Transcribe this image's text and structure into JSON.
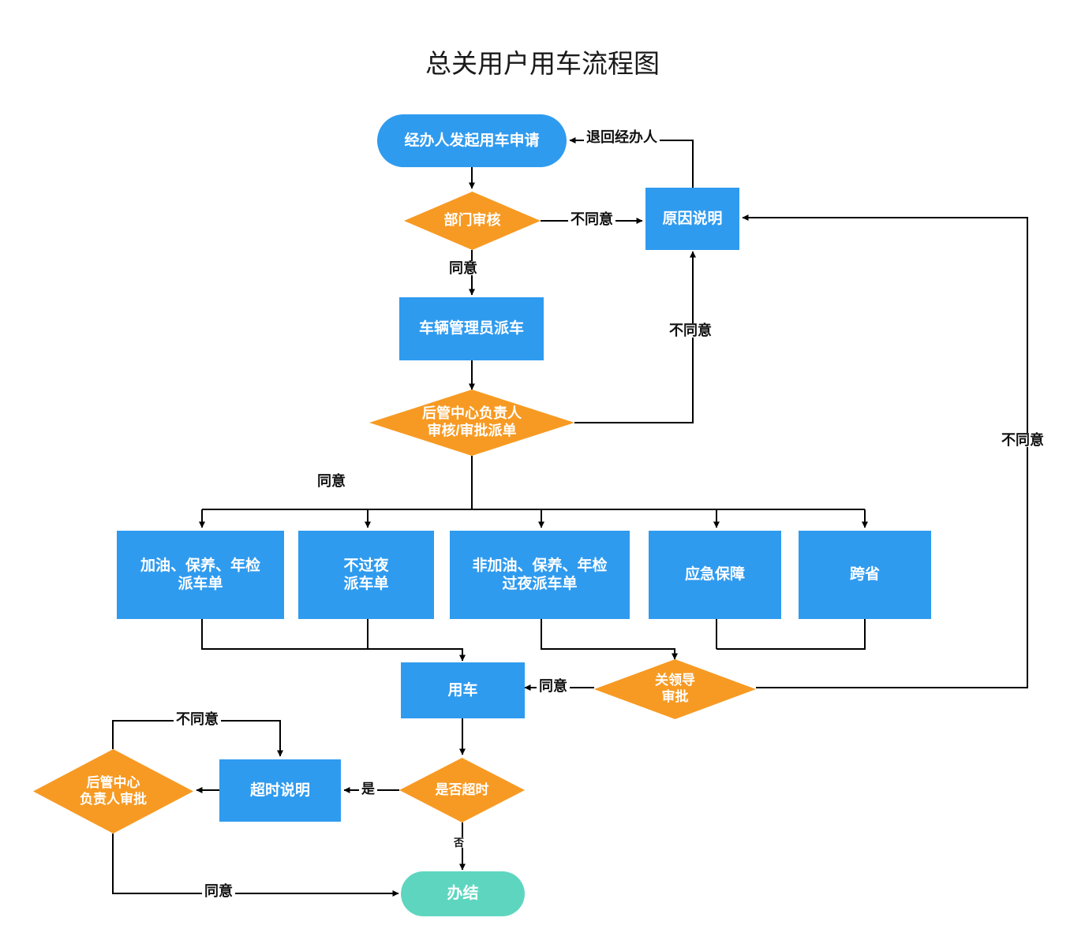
{
  "chart_data": {
    "type": "diagram",
    "title": "总关用户用车流程图",
    "nodes": [
      {
        "id": "start",
        "label": "经办人发起用车申请",
        "shape": "pill",
        "color": "#2f9bef"
      },
      {
        "id": "dept_review",
        "label": "部门审核",
        "shape": "diamond",
        "color": "#f79a23"
      },
      {
        "id": "reason",
        "label": "原因说明",
        "shape": "rect",
        "color": "#2f9bef"
      },
      {
        "id": "dispatch",
        "label": "车辆管理员派车",
        "shape": "rect",
        "color": "#2f9bef"
      },
      {
        "id": "center_review",
        "label": "后管中心负责人\n审核/审批派单",
        "shape": "diamond",
        "color": "#f79a23"
      },
      {
        "id": "order_fuel",
        "label": "加油、保养、年检\n派车单",
        "shape": "rect",
        "color": "#2f9bef"
      },
      {
        "id": "order_day",
        "label": "不过夜\n派车单",
        "shape": "rect",
        "color": "#2f9bef"
      },
      {
        "id": "order_night",
        "label": "非加油、保养、年检\n过夜派车单",
        "shape": "rect",
        "color": "#2f9bef"
      },
      {
        "id": "order_emerg",
        "label": "应急保障",
        "shape": "rect",
        "color": "#2f9bef"
      },
      {
        "id": "order_cross",
        "label": "跨省",
        "shape": "rect",
        "color": "#2f9bef"
      },
      {
        "id": "use_car",
        "label": "用车",
        "shape": "rect",
        "color": "#2f9bef"
      },
      {
        "id": "leader_approve",
        "label": "关领导\n审批",
        "shape": "diamond",
        "color": "#f79a23"
      },
      {
        "id": "overtime_q",
        "label": "是否超时",
        "shape": "diamond",
        "color": "#f79a23"
      },
      {
        "id": "overtime_note",
        "label": "超时说明",
        "shape": "rect",
        "color": "#2f9bef"
      },
      {
        "id": "center_final",
        "label": "后管中心\n负责人审批",
        "shape": "diamond",
        "color": "#f79a23"
      },
      {
        "id": "done",
        "label": "办结",
        "shape": "pill",
        "color": "#5ed6bf"
      }
    ],
    "edges": [
      {
        "from": "start",
        "to": "dept_review",
        "label": ""
      },
      {
        "from": "dept_review",
        "to": "reason",
        "label": "不同意"
      },
      {
        "from": "dept_review",
        "to": "dispatch",
        "label": "同意"
      },
      {
        "from": "reason",
        "to": "start",
        "label": "退回经办人"
      },
      {
        "from": "dispatch",
        "to": "center_review",
        "label": ""
      },
      {
        "from": "center_review",
        "to": "reason",
        "label": "不同意"
      },
      {
        "from": "center_review",
        "to": "order_fuel",
        "label": "同意"
      },
      {
        "from": "center_review",
        "to": "order_day",
        "label": ""
      },
      {
        "from": "center_review",
        "to": "order_night",
        "label": ""
      },
      {
        "from": "center_review",
        "to": "order_emerg",
        "label": ""
      },
      {
        "from": "center_review",
        "to": "order_cross",
        "label": ""
      },
      {
        "from": "order_fuel",
        "to": "use_car",
        "label": ""
      },
      {
        "from": "order_day",
        "to": "use_car",
        "label": ""
      },
      {
        "from": "order_night",
        "to": "leader_approve",
        "label": ""
      },
      {
        "from": "order_emerg",
        "to": "leader_approve",
        "label": ""
      },
      {
        "from": "order_cross",
        "to": "leader_approve",
        "label": ""
      },
      {
        "from": "leader_approve",
        "to": "use_car",
        "label": "同意"
      },
      {
        "from": "leader_approve",
        "to": "reason",
        "label": "不同意"
      },
      {
        "from": "use_car",
        "to": "overtime_q",
        "label": ""
      },
      {
        "from": "overtime_q",
        "to": "overtime_note",
        "label": "是"
      },
      {
        "from": "overtime_q",
        "to": "done",
        "label": "否"
      },
      {
        "from": "overtime_note",
        "to": "center_final",
        "label": ""
      },
      {
        "from": "center_final",
        "to": "overtime_note",
        "label": "不同意"
      },
      {
        "from": "center_final",
        "to": "done",
        "label": "同意"
      }
    ],
    "labels": {
      "agree": "同意",
      "disagree": "不同意",
      "return_to_applicant": "退回经办人",
      "yes": "是",
      "no": "否"
    },
    "colors": {
      "process_blue": "#2f9bef",
      "decision_orange": "#f79a23",
      "end_teal": "#5ed6bf",
      "line": "#000000",
      "text_light": "#ffffff",
      "text_dark": "#111111",
      "background": "#ffffff"
    }
  }
}
